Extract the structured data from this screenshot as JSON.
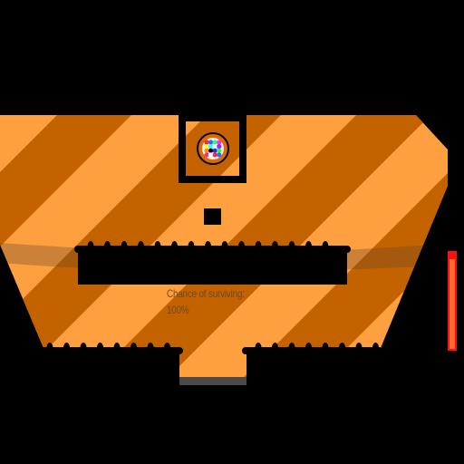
{
  "game": {
    "hud": {
      "chance_label": "Chance of surviving:",
      "chance_value": "100%"
    },
    "colors": {
      "background": "#000000",
      "arena_light": "#ffa040",
      "arena_dark": "#c46200",
      "walls": "#000000",
      "shadow": "#6b4a2a",
      "ball_ring": "#e06a00",
      "health_bar_border": "#ff1010",
      "health_bar_fill": "#ff6a2a",
      "exit_strip": "#4a4a4a"
    },
    "health_fraction": 1.0,
    "ball_dot_colors": [
      "#ff2a2a",
      "#2a6aff",
      "#2aff6a",
      "#ff2aff",
      "#ffff2a",
      "#2affff",
      "#ffffff",
      "#8a2aff",
      "#ff8a2a",
      "#000000",
      "#2a2aff",
      "#2aff2a",
      "#ff2a8a",
      "#ffffff"
    ]
  }
}
